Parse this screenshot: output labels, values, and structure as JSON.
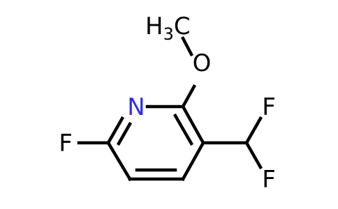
{
  "molecule": {
    "atoms": {
      "nitrogen": "N",
      "oxygen": "O",
      "fluorine_ring": "F",
      "fluorine_top": "F",
      "fluorine_bottom": "F"
    },
    "methyl": {
      "element": "H",
      "count": "3",
      "carbon": "C"
    }
  },
  "colors": {
    "nitrogen": "#2f2fe8",
    "bond": "#000000",
    "label": "#000000"
  }
}
